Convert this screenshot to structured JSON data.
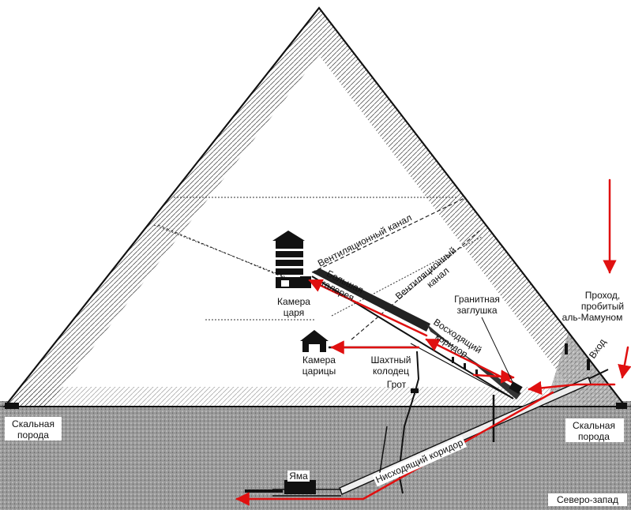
{
  "colors": {
    "background": "#ffffff",
    "ink": "#1a1a1a",
    "hatch": "#3a3a3a",
    "route": "#e01010",
    "ground": "#8a8a8a"
  },
  "labels": {
    "kings_chamber": [
      "Камера",
      "царя"
    ],
    "queens_chamber": [
      "Камера",
      "царицы"
    ],
    "grand_gallery": [
      "Большая",
      "галерея"
    ],
    "vent_upper": "Вентиляционный канал",
    "vent_lower": [
      "Вентиляционный",
      "канал"
    ],
    "granite_plug": [
      "Гранитная",
      "заглушка"
    ],
    "ascending_corridor": [
      "Восходящий",
      "коридор"
    ],
    "well_shaft": [
      "Шахтный",
      "колодец"
    ],
    "grotto": "Грот",
    "mamun_passage": [
      "Проход,",
      "пробитый",
      "аль-Мамуном"
    ],
    "entrance": "Вход",
    "bedrock_left": [
      "Скальная",
      "порода"
    ],
    "bedrock_right": [
      "Скальная",
      "порода"
    ],
    "descending_corridor": "Нисходящий коридор",
    "pit": "Яма",
    "northwest": "Северо-запад"
  },
  "icons": {
    "pyramid": "pyramid-outline",
    "route": "red-route-arrows",
    "chamber": "chamber-house-icon"
  }
}
